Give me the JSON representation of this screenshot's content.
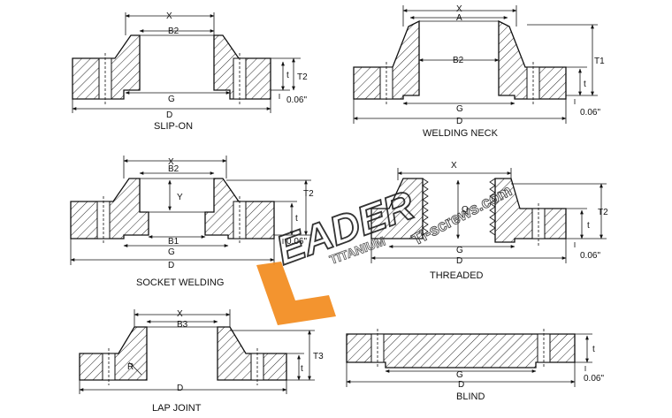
{
  "captions": {
    "slip_on": "SLIP-ON",
    "welding_neck": "WELDING NECK",
    "socket_welding": "SOCKET WELDING",
    "threaded": "THREADED",
    "lap_joint": "LAP JOINT",
    "blind": "BLIND"
  },
  "labels": {
    "x": "X",
    "b2": "B2",
    "g": "G",
    "d": "D",
    "t2": "T2",
    "t": "t",
    "gap": "0.06\"",
    "a": "A",
    "t1": "T1",
    "y": "Y",
    "b1": "B1",
    "q": "Q",
    "b3": "B3",
    "r": "R",
    "t3": "T3"
  },
  "watermark": {
    "brand": "EADER",
    "tagline": "TITANIUM",
    "site": "Ti-screws.com",
    "logo_color": "#f28c1e"
  }
}
